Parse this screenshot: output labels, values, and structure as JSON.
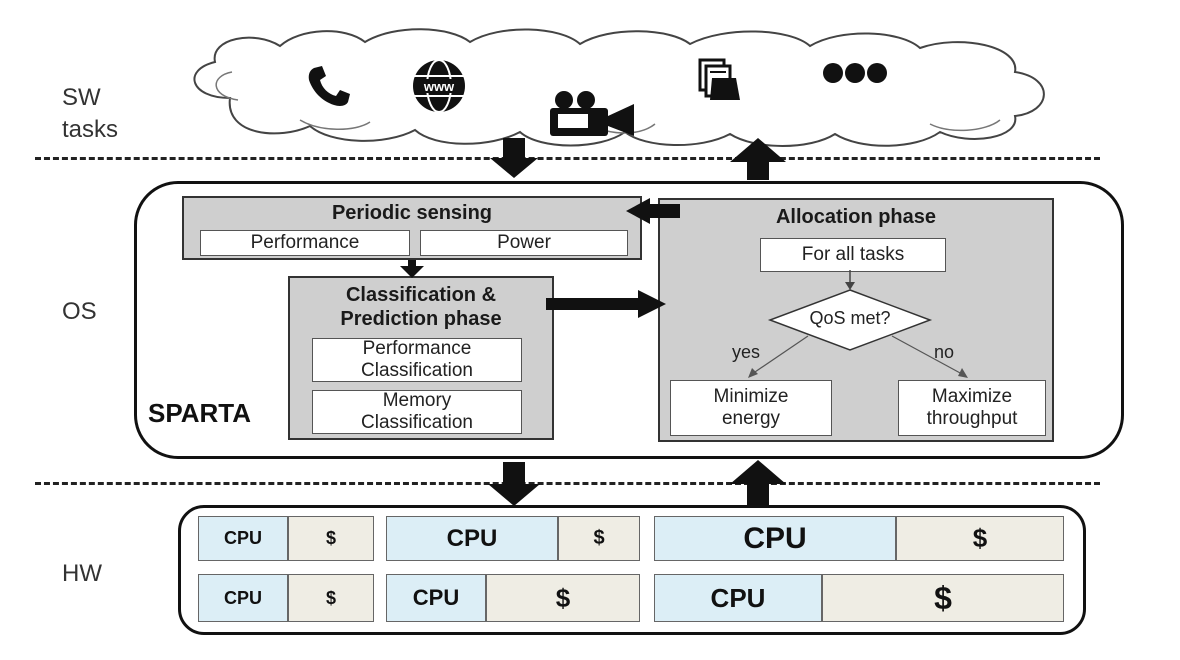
{
  "layers": {
    "sw": "SW\ntasks",
    "os": "OS",
    "hw": "HW"
  },
  "cloud": {
    "icons": [
      "phone-icon",
      "globe-www-icon",
      "video-camera-icon",
      "documents-icon",
      "more-dots-icon"
    ],
    "www_label": "www"
  },
  "os": {
    "framework_label": "SPARTA",
    "periodic_sensing": {
      "title": "Periodic sensing",
      "items": [
        "Performance",
        "Power"
      ]
    },
    "classification": {
      "title_line1": "Classification &",
      "title_line2": "Prediction phase",
      "items": [
        "Performance\nClassification",
        "Memory\nClassification"
      ]
    },
    "allocation": {
      "title": "Allocation phase",
      "for_all": "For all tasks",
      "decision": "QoS met?",
      "yes_label": "yes",
      "no_label": "no",
      "yes_action": "Minimize\nenergy",
      "no_action": "Maximize\nthroughput"
    }
  },
  "hw": {
    "cpu_label": "CPU",
    "cache_label": "$"
  }
}
